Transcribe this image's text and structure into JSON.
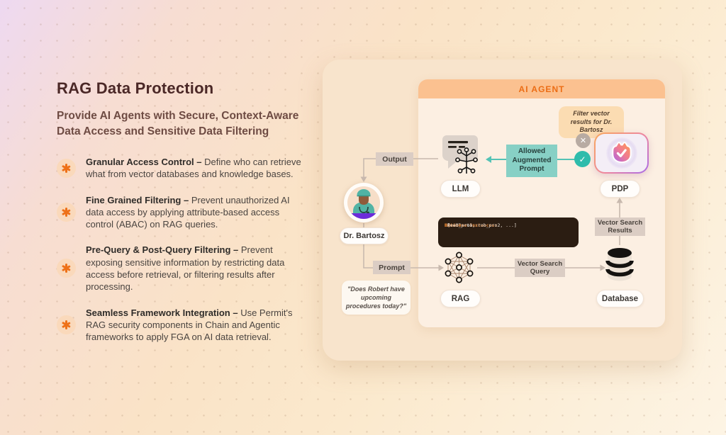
{
  "page": {
    "title": "RAG Data Protection",
    "subtitle": "Provide AI Agents with Secure, Context-Aware Data Access and Sensitive Data Filtering",
    "bullets": [
      {
        "lead": "Granular Access Control – ",
        "text": "Define who can retrieve what from vector databases and knowledge bases."
      },
      {
        "lead": "Fine Grained Filtering – ",
        "text": "Prevent unauthorized AI data access by applying attribute-based access control (ABAC) on RAG queries."
      },
      {
        "lead": "Pre-Query & Post-Query Filtering – ",
        "text": "Prevent exposing sensitive information by restricting data access before retrieval, or filtering results after processing."
      },
      {
        "lead": "Seamless Framework Integration – ",
        "text": "Use Permit's RAG security components in Chain and Agentic frameworks to apply FGA on AI data retrieval."
      }
    ]
  },
  "diagram": {
    "agent_header": "AI AGENT",
    "tooltip": "Filter vector results for Dr. Bartosz",
    "labels": {
      "output": "Output",
      "prompt": "Prompt",
      "allowed_augmented_prompt": "Allowed Augmented Prompt",
      "vector_search_query": "Vector Search Query",
      "vector_search_results": "Vector Search Results"
    },
    "nodes": {
      "llm": "LLM",
      "pdp": "PDP",
      "rag": "RAG",
      "database": "Database",
      "user": "Dr. Bartosz"
    },
    "user_quote": "\"Does Robert have upcoming procedures today?\"",
    "code": {
      "lines": [
        {
          "key": "User:",
          "value": "Dr. Bartosz"
        },
        {
          "key": "Resource Instances:",
          "value": "[rob_pro1, rob_pro2, ...]"
        },
        {
          "key": "Action:",
          "value": "Read"
        }
      ]
    },
    "glyphs": {
      "allow": "✓",
      "deny": "✕"
    },
    "icons": {
      "bullet": "asterisk-icon",
      "llm": "chat-circuit-icon",
      "rag": "network-graph-icon",
      "database": "database-cylinder-icon",
      "pdp": "permit-shield-icon",
      "user": "doctor-avatar"
    }
  },
  "colors": {
    "accent_orange": "#ec6d15",
    "header_bg": "#fbc190",
    "card_bg": "#f8e4cc",
    "panel_bg": "#fcefe2",
    "teal": "#54c3b5",
    "teal_box": "#87d0c5",
    "code_bg": "#2b1d12",
    "code_key": "#c9752f",
    "code_value": "#efe5db",
    "tag_bg": "#dbcdc4",
    "title_text": "#4b2827",
    "deny_gray": "#b8aba2",
    "purple": "#a86be8"
  }
}
